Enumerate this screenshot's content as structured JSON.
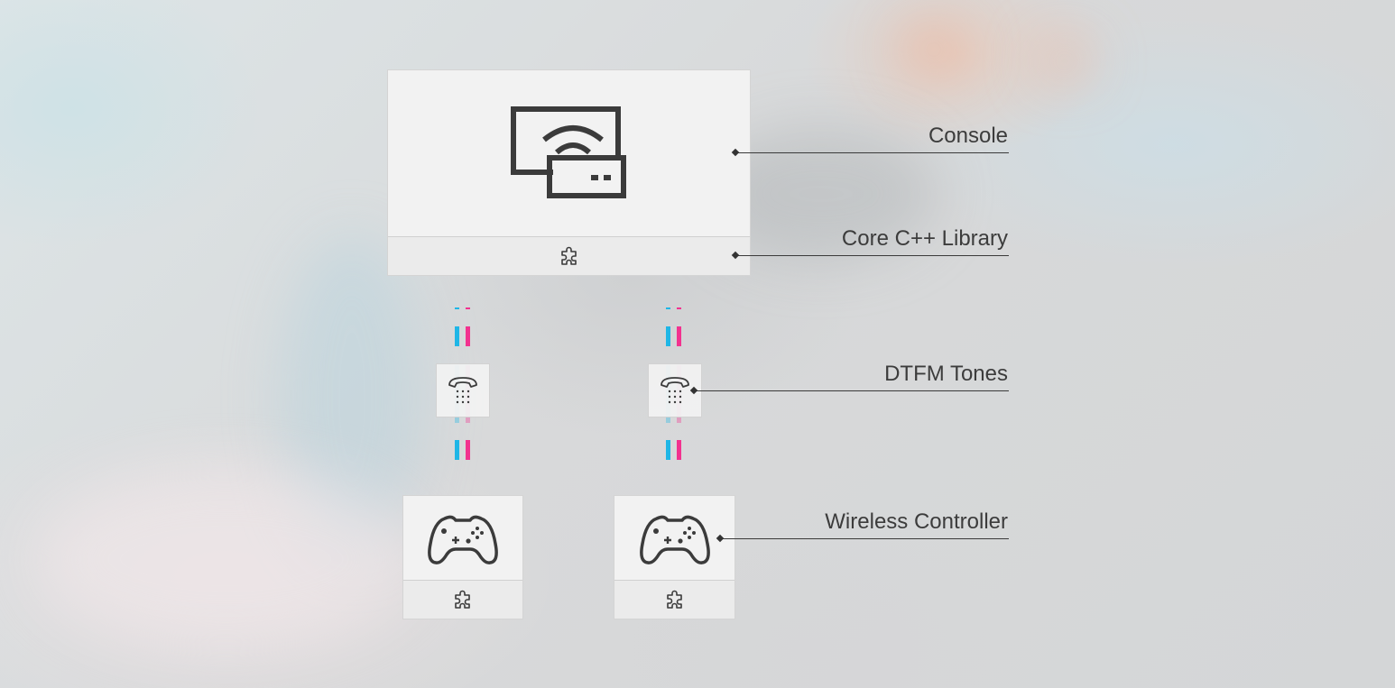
{
  "labels": {
    "console": "Console",
    "core_library": "Core C++ Library",
    "dtfm_tones": "DTFM Tones",
    "wireless_controller": "Wireless Controller"
  },
  "icons": {
    "console": "console-wifi-icon",
    "plugin": "puzzle-piece-icon",
    "tones": "phone-keypad-icon",
    "controller": "gamepad-icon"
  },
  "colors": {
    "signal_a": "#1fb6e6",
    "signal_b": "#f2328f",
    "text": "#3c3c3c"
  }
}
